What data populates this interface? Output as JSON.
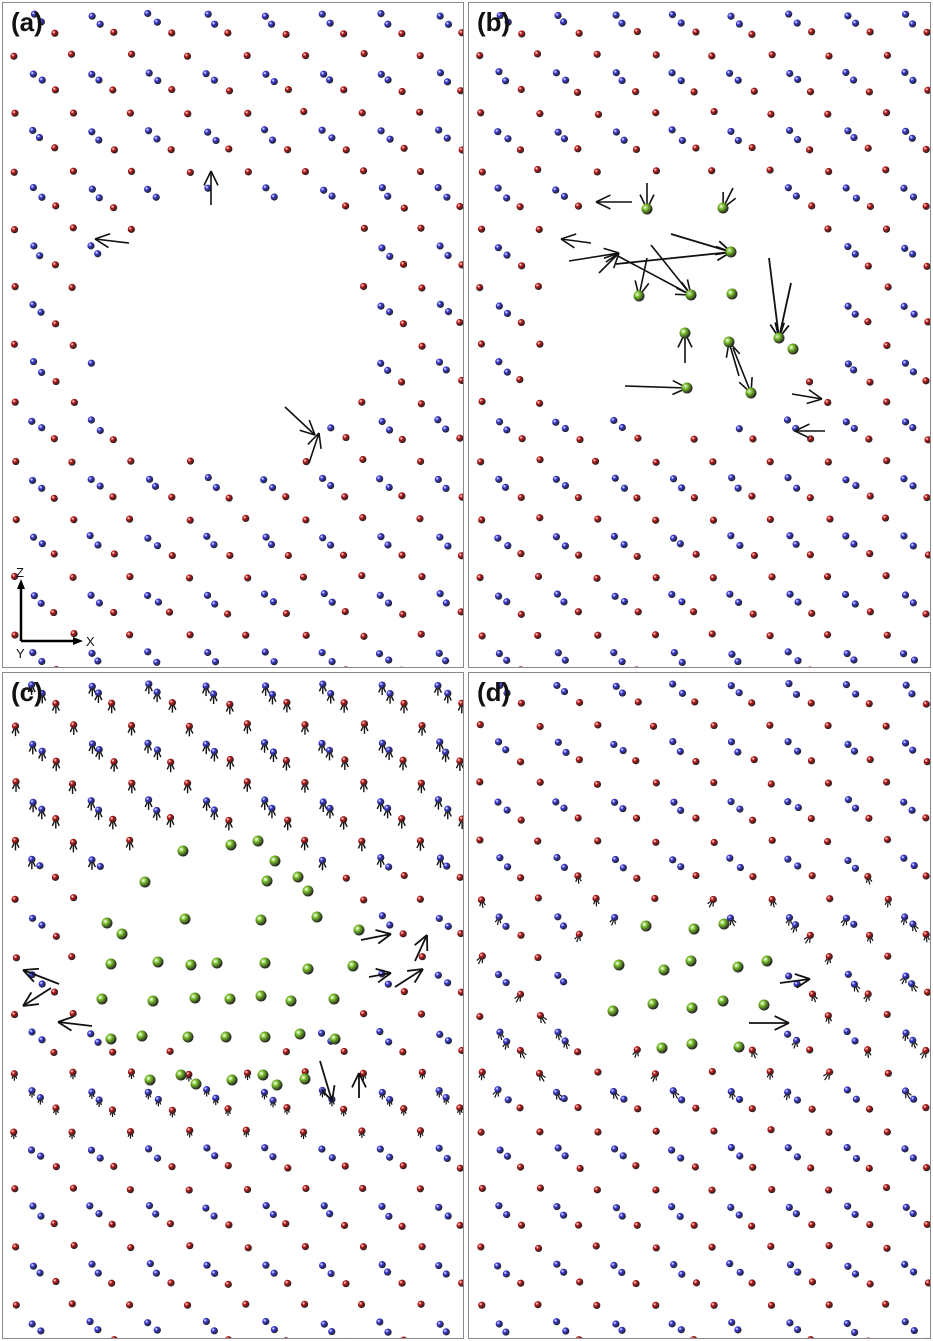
{
  "figure": {
    "panels": [
      {
        "id": "a",
        "label": "(a)",
        "description": "Ionic lattice with large void; sparse displacement arrows at void edge"
      },
      {
        "id": "b",
        "label": "(b)",
        "description": "Void with green atoms inserted; long displacement arrows on green atoms"
      },
      {
        "id": "c",
        "label": "(c)",
        "description": "Green atoms ordered in void; displacement arrows on surrounding lattice"
      },
      {
        "id": "d",
        "label": "(d)",
        "description": "Relaxed structure with green cluster; small residual arrows"
      }
    ],
    "axes_indicator": {
      "vertical": "Z",
      "horizontal": "X",
      "out_of_plane": "Y"
    },
    "legend_colors": {
      "atom_blue": "#3a3ae0",
      "atom_red": "#c21818",
      "atom_green": "#7cc42a",
      "arrow": "#111111",
      "border": "#8a8a8a"
    }
  }
}
